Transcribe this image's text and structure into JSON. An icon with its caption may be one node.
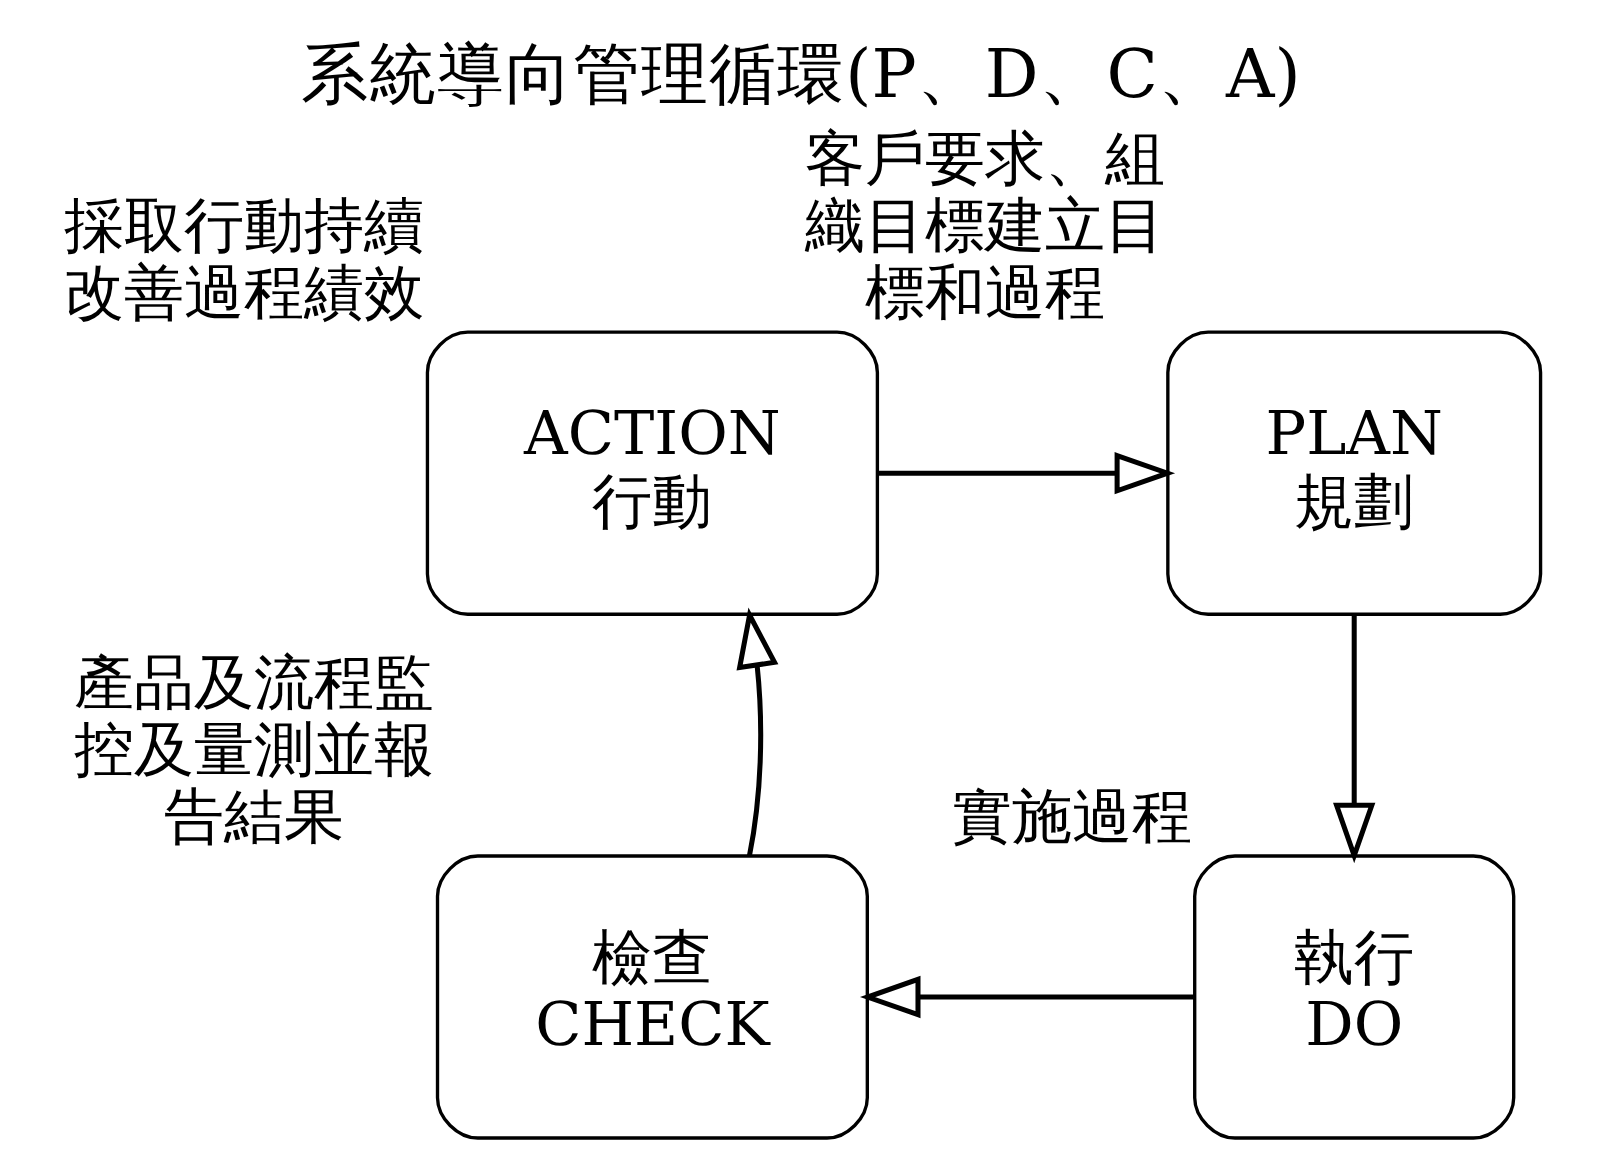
{
  "diagram": {
    "title": "系統導向管理循環(P、D、C、A)",
    "nodes": [
      {
        "text": [
          "ACTION",
          "行動"
        ],
        "beside": [
          "採取行動持續改善過程績效"
        ]
      },
      {
        "text": [
          "PLAN",
          "規劃"
        ],
        "beside": [
          "客戶要求、組織目標建立目標和過程"
        ]
      },
      {
        "text": [
          "執行",
          "DO"
        ],
        "beside": [
          "實施過程"
        ]
      },
      {
        "text": [
          "檢查",
          "CHECK"
        ],
        "beside": [
          "產品及流程監控及量測並報告結果"
        ]
      }
    ],
    "edges": [
      {
        "from": 0,
        "to": 1,
        "arrow": "to"
      },
      {
        "from": 1,
        "to": 2,
        "arrow": "to"
      },
      {
        "from": 2,
        "to": 3,
        "arrow": "to"
      },
      {
        "from": 3,
        "to": 0,
        "arrow": "to"
      }
    ]
  }
}
